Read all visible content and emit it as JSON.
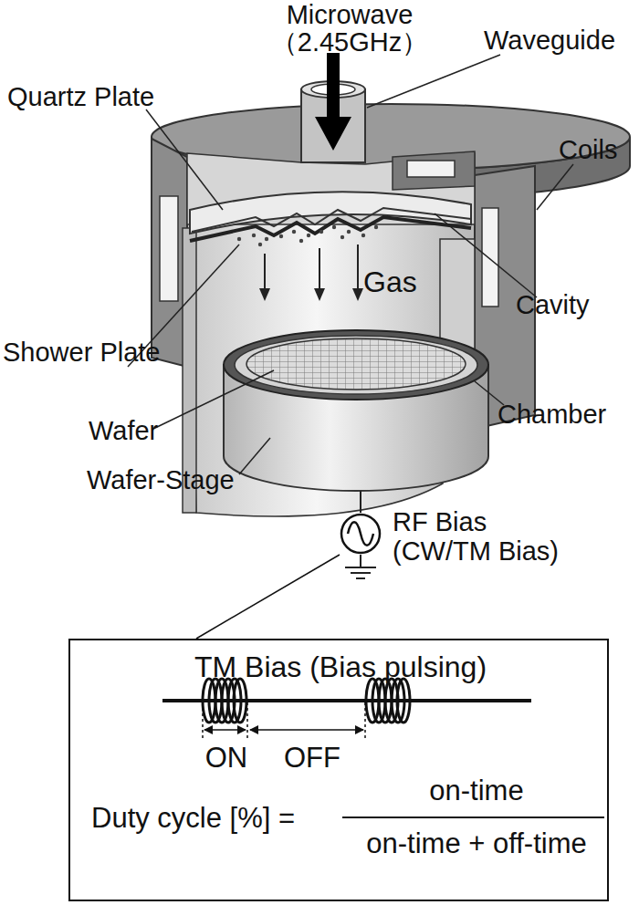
{
  "diagram": {
    "nodes": [
      {
        "text": [
          "RF Bias (CW/TM Bias)"
        ]
      },
      {
        "text": [
          "TM Bias (Bias pulsing)",
          "ON",
          "OFF",
          "Duty cycle [%] =",
          "on-time",
          "on-time + off-time"
        ]
      }
    ],
    "edges": [
      {
        "from": 0,
        "to": 1,
        "arrow": "none"
      }
    ],
    "labels": [
      "Microwave",
      "（2.45GHz）",
      "Waveguide",
      "Quartz Plate",
      "Coils",
      "Cavity",
      "Gas",
      "Shower Plate",
      "Chamber",
      "Wafer",
      "Wafer-Stage"
    ]
  }
}
